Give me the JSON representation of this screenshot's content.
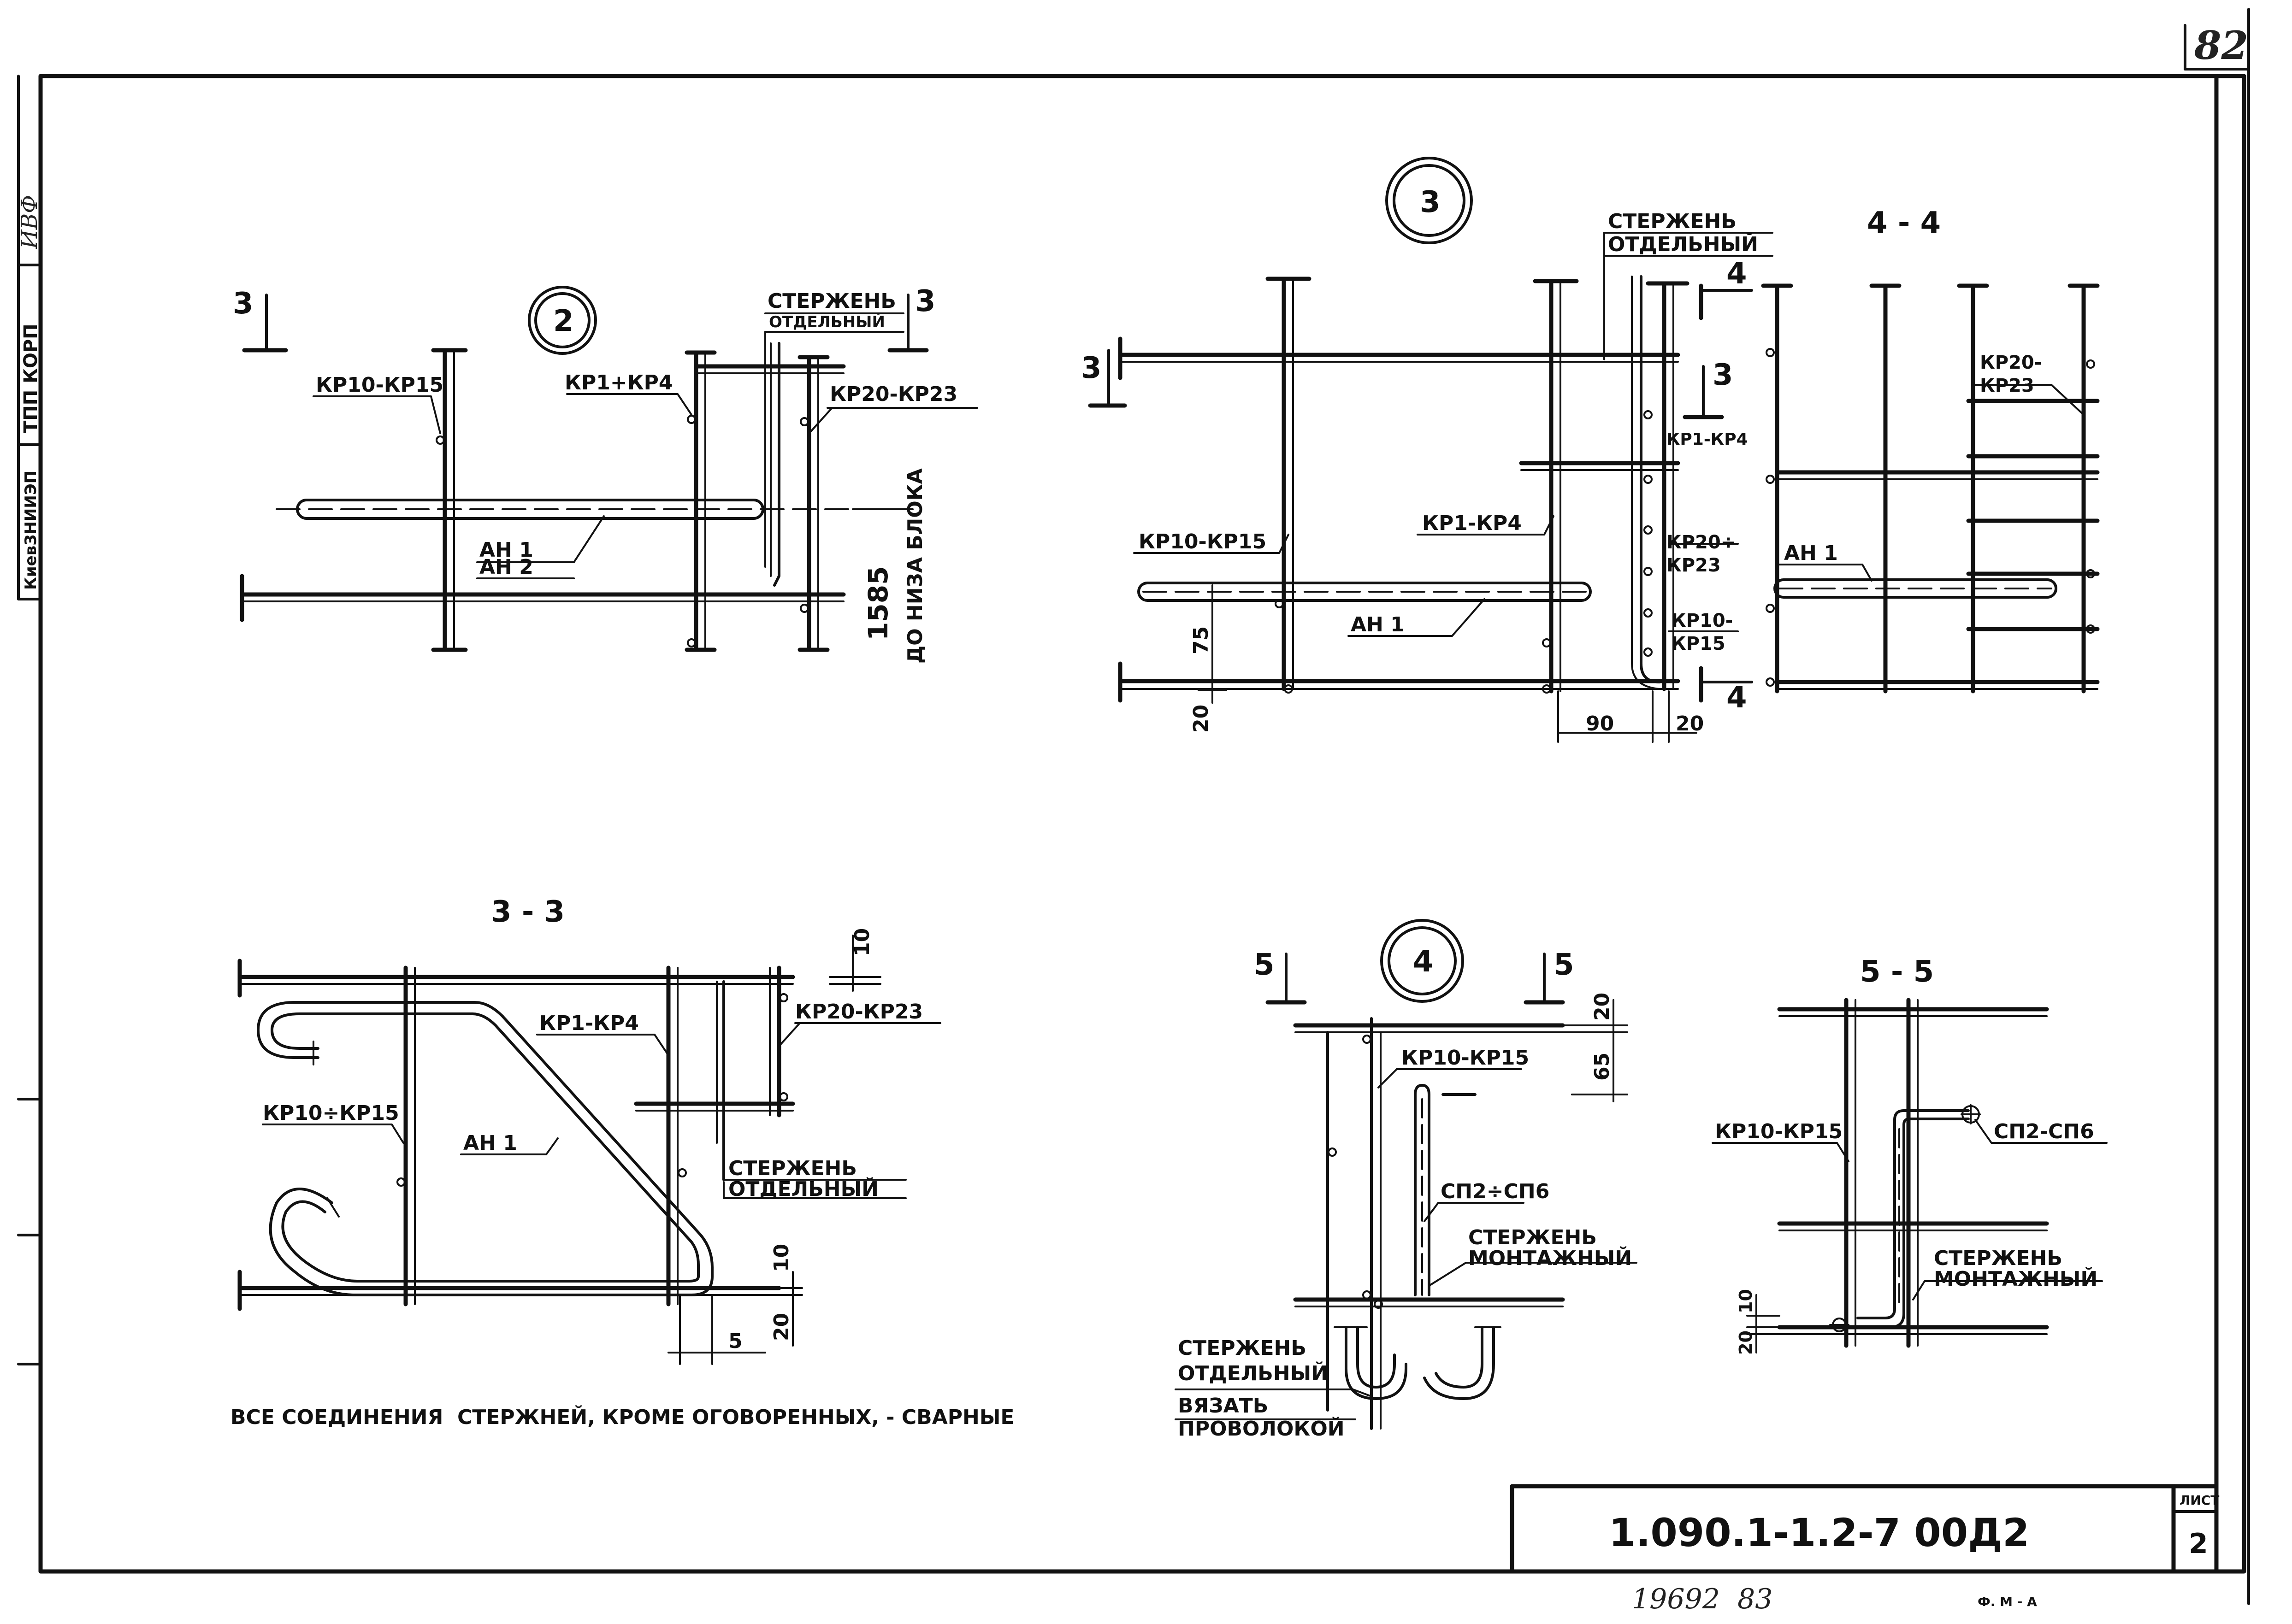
{
  "sheet_number": "82",
  "side_stamp": {
    "org": "КиевЗНИИЭП",
    "series": "ТПП КОРП",
    "signature": "ИВФ"
  },
  "node2": {
    "circle": "2",
    "cut_left": "3",
    "cut_right": "3",
    "labels": {
      "kr10": "КР10-КР15",
      "kr1": "КР1+КР4",
      "kr20": "КР20-КР23",
      "rod_line1": "СТЕРЖЕНЬ",
      "rod_line2": "ОТДЕЛЬНЫЙ",
      "an1": "АН 1",
      "an2": "АН 2",
      "height": "1585",
      "height_note": "ДО НИЗА БЛОКА"
    }
  },
  "node3": {
    "circle": "3",
    "cut_left": "3",
    "cut_mid": "3",
    "cut4_top": "4",
    "cut4_bot": "4",
    "labels": {
      "rod_line1": "СТЕРЖЕНЬ",
      "rod_line2": "ОТДЕЛЬНЫЙ",
      "kr10": "КР10-КР15",
      "kr1a": "КР1-КР4",
      "kr1b": "КР1-КР4",
      "kr20a": "КР20÷",
      "kr20b": "КР23",
      "kr10a": "КР10-",
      "kr10b": "КР15",
      "an1": "АН 1"
    },
    "dims": {
      "d75": "75",
      "d20a": "20",
      "d90": "90",
      "d20b": "20"
    }
  },
  "section44": {
    "title": "4 - 4",
    "labels": {
      "kr20a": "КР20-",
      "kr20b": "КР23",
      "an1": "АН 1"
    }
  },
  "section33": {
    "title": "3 - 3",
    "labels": {
      "kr1": "КР1-КР4",
      "kr20": "КР20-КР23",
      "kr10": "КР10÷КР15",
      "an1": "АН 1",
      "rod_line1": "СТЕРЖЕНЬ",
      "rod_line2": "ОТДЕЛЬНЫЙ"
    },
    "dims": {
      "d10top": "10",
      "d10": "10",
      "d20": "20",
      "d5": "5"
    }
  },
  "node4": {
    "circle": "4",
    "cut_left": "5",
    "cut_right": "5",
    "labels": {
      "kr10": "КР10-КР15",
      "sp": "СП2÷СП6",
      "rod_m1": "СТЕРЖЕНЬ",
      "rod_m2": "МОНТАЖНЫЙ",
      "rod_o1": "СТЕРЖЕНЬ",
      "rod_o2": "ОТДЕЛЬНЫЙ",
      "tie1": "ВЯЗАТЬ",
      "tie2": "ПРОВОЛОКОЙ"
    },
    "dims": {
      "d20": "20",
      "d65": "65"
    }
  },
  "section55": {
    "title": "5 - 5",
    "labels": {
      "kr10": "КР10-КР15",
      "sp": "СП2-СП6",
      "rod_m1": "СТЕРЖЕНЬ",
      "rod_m2": "МОНТАЖНЫЙ"
    },
    "dims": {
      "d10": "10",
      "d20": "20"
    }
  },
  "note": "ВСЕ СОЕДИНЕНИЯ  СТЕРЖНЕЙ, КРОМЕ ОГОВОРЕННЫХ, - СВАРНЫЕ",
  "title_block": {
    "code": "1.090.1-1.2-7 00Д2",
    "sheet_label": "ЛИСТ",
    "sheet": "2"
  },
  "bottom": {
    "inv": "19692  83",
    "format": "Ф. М - А"
  }
}
